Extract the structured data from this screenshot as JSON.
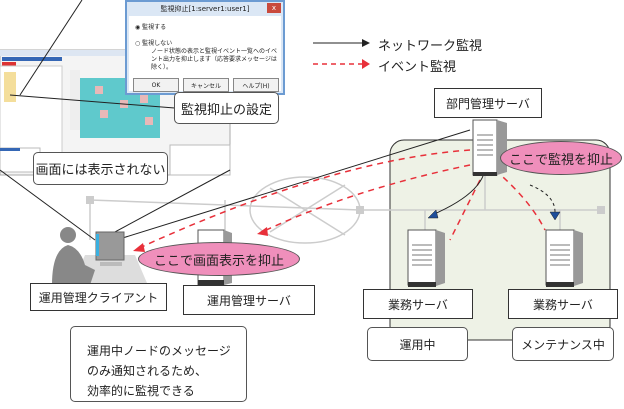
{
  "legend": {
    "network": "ネットワーク監視",
    "event": "イベント監視"
  },
  "dialog": {
    "title": "監視抑止[1:server1:user1]",
    "close": "x",
    "option_on": "監視する",
    "option_off": "監視しない",
    "description": "ノード状態の表示と監視イベント一覧へのイベント出力を抑止します（応答要求メッセージは除く）。",
    "ok": "OK",
    "cancel": "キャンセル",
    "help": "ヘルプ(H)"
  },
  "callouts": {
    "settings": "監視抑止の設定",
    "not_shown": "画面には表示されない",
    "efficient_line1": "運用中ノードのメッセージ",
    "efficient_line2": "のみ通知されるため、",
    "efficient_line3": "効率的に監視できる"
  },
  "nodes": {
    "dept_server": "部門管理サーバ",
    "client": "運用管理クライアント",
    "mgmt_server": "運用管理サーバ",
    "biz_server_1": "業務サーバ",
    "biz_server_2": "業務サーバ",
    "status_running": "運用中",
    "status_maintenance": "メンテナンス中"
  },
  "suppress": {
    "monitor": "ここで監視を抑止",
    "display": "ここで画面表示を抑止"
  },
  "colors": {
    "event_red": "#e8303a",
    "pink": "#ef8fbb",
    "zone_fill": "#eef2e6",
    "arrow_blue": "#1f4e9a"
  }
}
